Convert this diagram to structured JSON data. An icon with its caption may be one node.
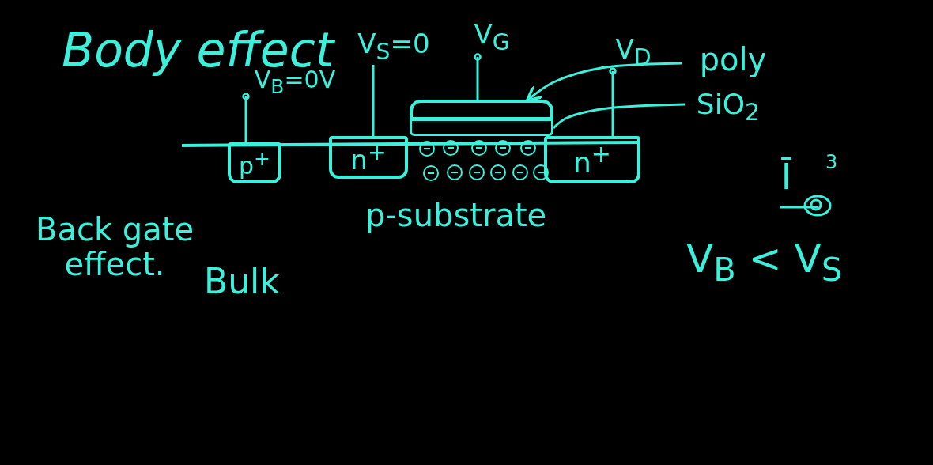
{
  "diagram": {
    "title": "Body effect",
    "nodes": [
      {
        "text": [
          "p$^{+}$"
        ]
      },
      {
        "text": [
          "n$^{+}$"
        ]
      },
      {
        "text": [
          "n$^{+}$"
        ]
      },
      {
        "text": [],
        "shape": "box"
      },
      {
        "text": [],
        "shape": "bar"
      },
      {
        "text": [
          "poly"
        ]
      },
      {
        "text": [
          "SiO$_{2}$"
        ]
      },
      {
        "text": [
          "V$_{B}$=0V"
        ]
      },
      {
        "text": [
          "V$_{S}$=0"
        ]
      },
      {
        "text": [
          "V$_{G}$"
        ]
      },
      {
        "text": [
          "V$_{D}$"
        ]
      }
    ],
    "edges": [
      {
        "from": 7,
        "to": 0,
        "arrow": "other"
      },
      {
        "from": 8,
        "to": 1,
        "arrow": "none"
      },
      {
        "from": 9,
        "to": 3,
        "arrow": "other"
      },
      {
        "from": 10,
        "to": 2,
        "arrow": "other"
      },
      {
        "from": 5,
        "to": 3,
        "arrow": "to"
      },
      {
        "from": 6,
        "to": 4,
        "arrow": "none"
      }
    ],
    "labels": [
      "p-substrate",
      "Back gate effect.",
      "Bulk",
      "Ī",
      "3",
      "V$_{B}$ < V$_{S}$"
    ]
  }
}
